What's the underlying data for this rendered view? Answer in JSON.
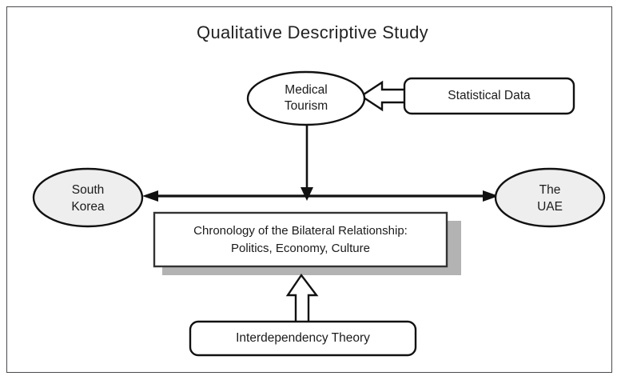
{
  "diagram": {
    "title": "Qualitative Descriptive Study",
    "colors": {
      "frame_border": "#4a4a4f",
      "shape_stroke": "#111111",
      "ellipse_fill_gray": "#eeeeee",
      "ellipse_fill_white": "#ffffff",
      "box_fill": "#ffffff",
      "shadow": "#b3b3b3",
      "text": "#1b1b1b"
    },
    "nodes": {
      "medical_tourism": {
        "label_line1": "Medical",
        "label_line2": "Tourism",
        "shape": "ellipse",
        "fill": "#ffffff"
      },
      "statistical_data": {
        "label": "Statistical Data",
        "shape": "rounded-rectangle",
        "fill": "#ffffff"
      },
      "south_korea": {
        "label_line1": "South",
        "label_line2": "Korea",
        "shape": "ellipse",
        "fill": "#eeeeee"
      },
      "the_uae": {
        "label_line1": "The",
        "label_line2": "UAE",
        "shape": "ellipse",
        "fill": "#eeeeee"
      },
      "chronology": {
        "label_line1": "Chronology of the Bilateral Relationship:",
        "label_line2": "Politics, Economy, Culture",
        "shape": "rectangle-with-shadow",
        "fill": "#ffffff"
      },
      "interdependency_theory": {
        "label": "Interdependency Theory",
        "shape": "rounded-rectangle",
        "fill": "#ffffff"
      }
    },
    "connectors": {
      "statistical_to_medical": "block-arrow-left-icon",
      "medical_to_axis": "arrow-down-icon",
      "korea_uae_axis": "double-headed-arrow-icon",
      "theory_to_chronology": "block-arrow-up-icon"
    }
  }
}
